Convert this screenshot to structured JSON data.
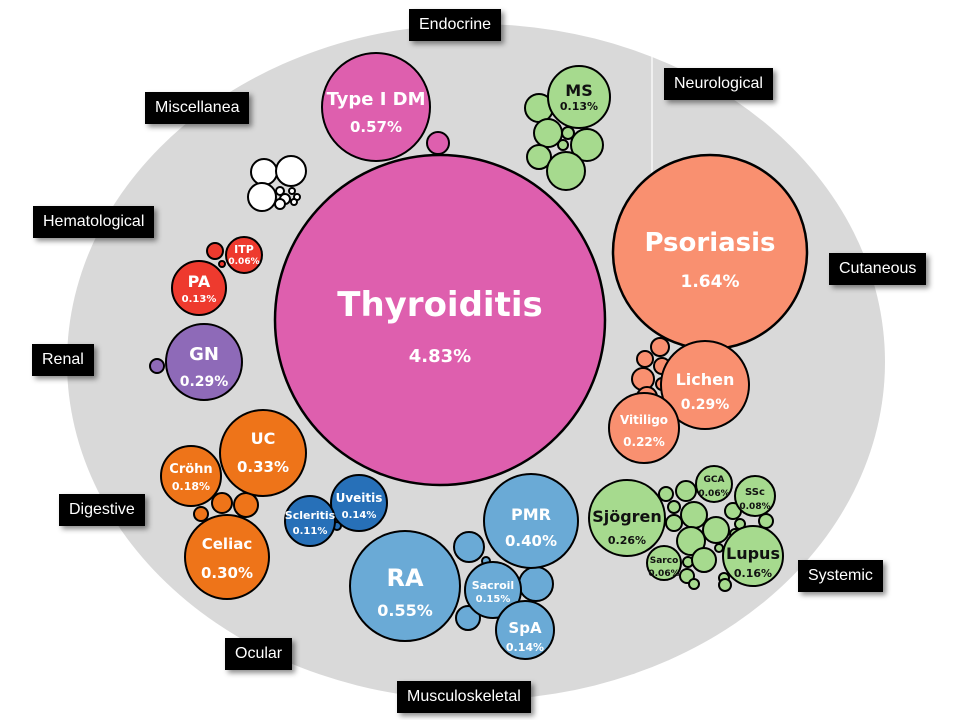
{
  "chart_data": {
    "type": "bubble",
    "title": "",
    "description": "Prevalence of autoimmune diseases grouped by organ system; bubble area proportional to prevalence",
    "value_unit": "%",
    "categories": [
      {
        "name": "Endocrine",
        "color": "#DE5FAE"
      },
      {
        "name": "Neurological",
        "color": "#A6DA8E"
      },
      {
        "name": "Cutaneous",
        "color": "#F99070"
      },
      {
        "name": "Systemic",
        "color": "#A6DA8E"
      },
      {
        "name": "Musculoskeletal",
        "color": "#6AAAD6"
      },
      {
        "name": "Ocular",
        "color": "#2770B8"
      },
      {
        "name": "Digestive",
        "color": "#EE7419"
      },
      {
        "name": "Renal",
        "color": "#8E6AB8"
      },
      {
        "name": "Hematological",
        "color": "#EE3A2E"
      },
      {
        "name": "Miscellanea",
        "color": "#FFFFFF"
      }
    ],
    "labeled_bubbles": [
      {
        "name": "Thyroiditis",
        "value": 4.83,
        "value_label": "4.83%",
        "category": "Endocrine"
      },
      {
        "name": "Type I DM",
        "value": 0.57,
        "value_label": "0.57%",
        "category": "Endocrine"
      },
      {
        "name": "MS",
        "value": 0.13,
        "value_label": "0.13%",
        "category": "Neurological"
      },
      {
        "name": "Psoriasis",
        "value": 1.64,
        "value_label": "1.64%",
        "category": "Cutaneous"
      },
      {
        "name": "Lichen",
        "value": 0.29,
        "value_label": "0.29%",
        "category": "Cutaneous"
      },
      {
        "name": "Vitiligo",
        "value": 0.22,
        "value_label": "0.22%",
        "category": "Cutaneous"
      },
      {
        "name": "Sjögren",
        "value": 0.26,
        "value_label": "0.26%",
        "category": "Systemic"
      },
      {
        "name": "Lupus",
        "value": 0.16,
        "value_label": "0.16%",
        "category": "Systemic"
      },
      {
        "name": "SSc",
        "value": 0.08,
        "value_label": "0.08%",
        "category": "Systemic"
      },
      {
        "name": "GCA",
        "value": 0.06,
        "value_label": "0.06%",
        "category": "Systemic"
      },
      {
        "name": "Sarco",
        "value": 0.06,
        "value_label": "0.06%",
        "category": "Systemic"
      },
      {
        "name": "RA",
        "value": 0.55,
        "value_label": "0.55%",
        "category": "Musculoskeletal"
      },
      {
        "name": "PMR",
        "value": 0.4,
        "value_label": "0.40%",
        "category": "Musculoskeletal"
      },
      {
        "name": "Sacroil",
        "value": 0.15,
        "value_label": "0.15%",
        "category": "Musculoskeletal"
      },
      {
        "name": "SpA",
        "value": 0.14,
        "value_label": "0.14%",
        "category": "Musculoskeletal"
      },
      {
        "name": "Uveitis",
        "value": 0.14,
        "value_label": "0.14%",
        "category": "Ocular"
      },
      {
        "name": "Scleritis",
        "value": 0.11,
        "value_label": "0.11%",
        "category": "Ocular"
      },
      {
        "name": "UC",
        "value": 0.33,
        "value_label": "0.33%",
        "category": "Digestive"
      },
      {
        "name": "Celiac",
        "value": 0.3,
        "value_label": "0.30%",
        "category": "Digestive"
      },
      {
        "name": "Cröhn",
        "value": 0.18,
        "value_label": "0.18%",
        "category": "Digestive"
      },
      {
        "name": "GN",
        "value": 0.29,
        "value_label": "0.29%",
        "category": "Renal"
      },
      {
        "name": "PA",
        "value": 0.13,
        "value_label": "0.13%",
        "category": "Hematological"
      },
      {
        "name": "ITP",
        "value": 0.06,
        "value_label": "0.06%",
        "category": "Hematological"
      }
    ],
    "unlabeled_bubble_counts": {
      "Endocrine": 1,
      "Neurological": 7,
      "Cutaneous": 6,
      "Systemic": 19,
      "Musculoskeletal": 5,
      "Ocular": 1,
      "Digestive": 3,
      "Renal": 1,
      "Hematological": 2,
      "Miscellanea": 9
    },
    "background": {
      "color": "#D9D9D9",
      "shape": "ellipse"
    },
    "bubble_outline_color": "#000000",
    "label_style": {
      "background": "#000000",
      "text": "#FFFFFF"
    }
  }
}
